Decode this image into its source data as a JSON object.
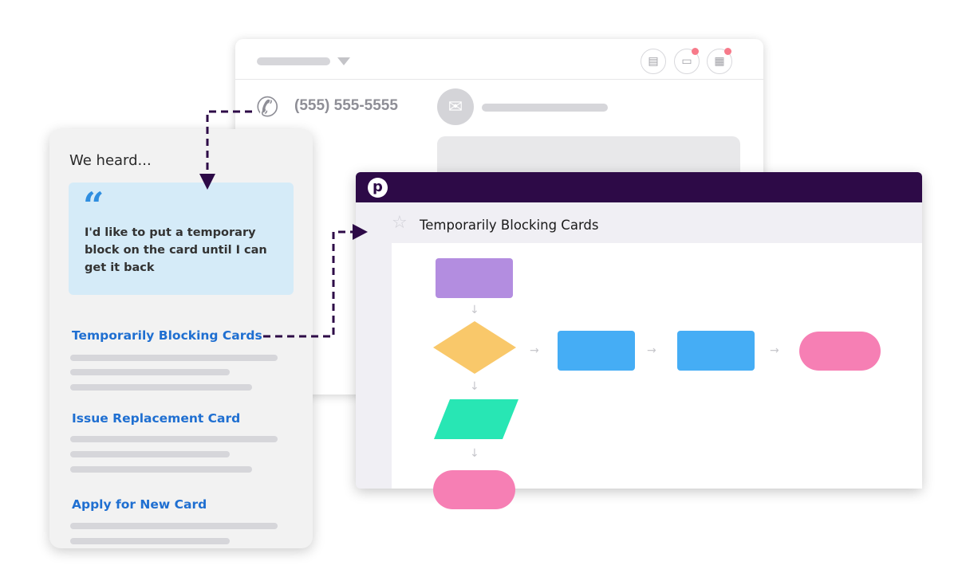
{
  "back_window": {
    "phone": "(555) 555-5555",
    "icons": [
      "documents-icon",
      "chat-icon",
      "calendar-icon"
    ]
  },
  "left_panel": {
    "heading": "We heard...",
    "quote_mark": "“",
    "quote": "I'd like to put a temporary block on the card until I can get it back",
    "links": [
      "Temporarily Blocking Cards",
      "Issue Replacement Card",
      "Apply for New Card"
    ]
  },
  "front_window": {
    "title": "Temporarily Blocking Cards",
    "logo": "p"
  },
  "colors": {
    "purple": "#2d0a47",
    "link": "#1f6fd1",
    "quote_bg": "#d5ebf8"
  }
}
